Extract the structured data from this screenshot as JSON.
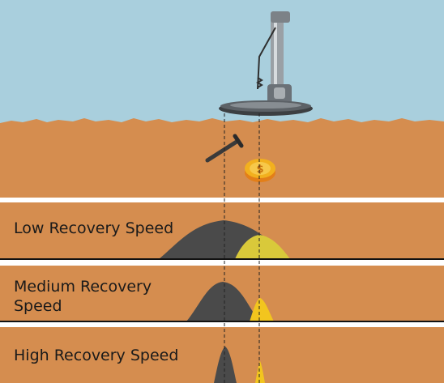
{
  "panels": [
    {
      "label": "Low Recovery Speed"
    },
    {
      "label": "Medium Recovery Speed",
      "label_lines": [
        "Medium Recovery",
        "Speed"
      ]
    },
    {
      "label": "High Recovery Speed"
    }
  ],
  "colors": {
    "sky": "#a9cfdd",
    "soil": "#d58d4f",
    "signal_nail": "#4a4a4a",
    "signal_coin": "#d9c93a",
    "coin": "#f2b01e",
    "divider": "#ffffff",
    "baseline": "#111111"
  },
  "objects": {
    "detector": "metal-detector-icon",
    "nail": "nail-icon",
    "coin": "gold-coin-icon",
    "coin_symbol": "$"
  }
}
